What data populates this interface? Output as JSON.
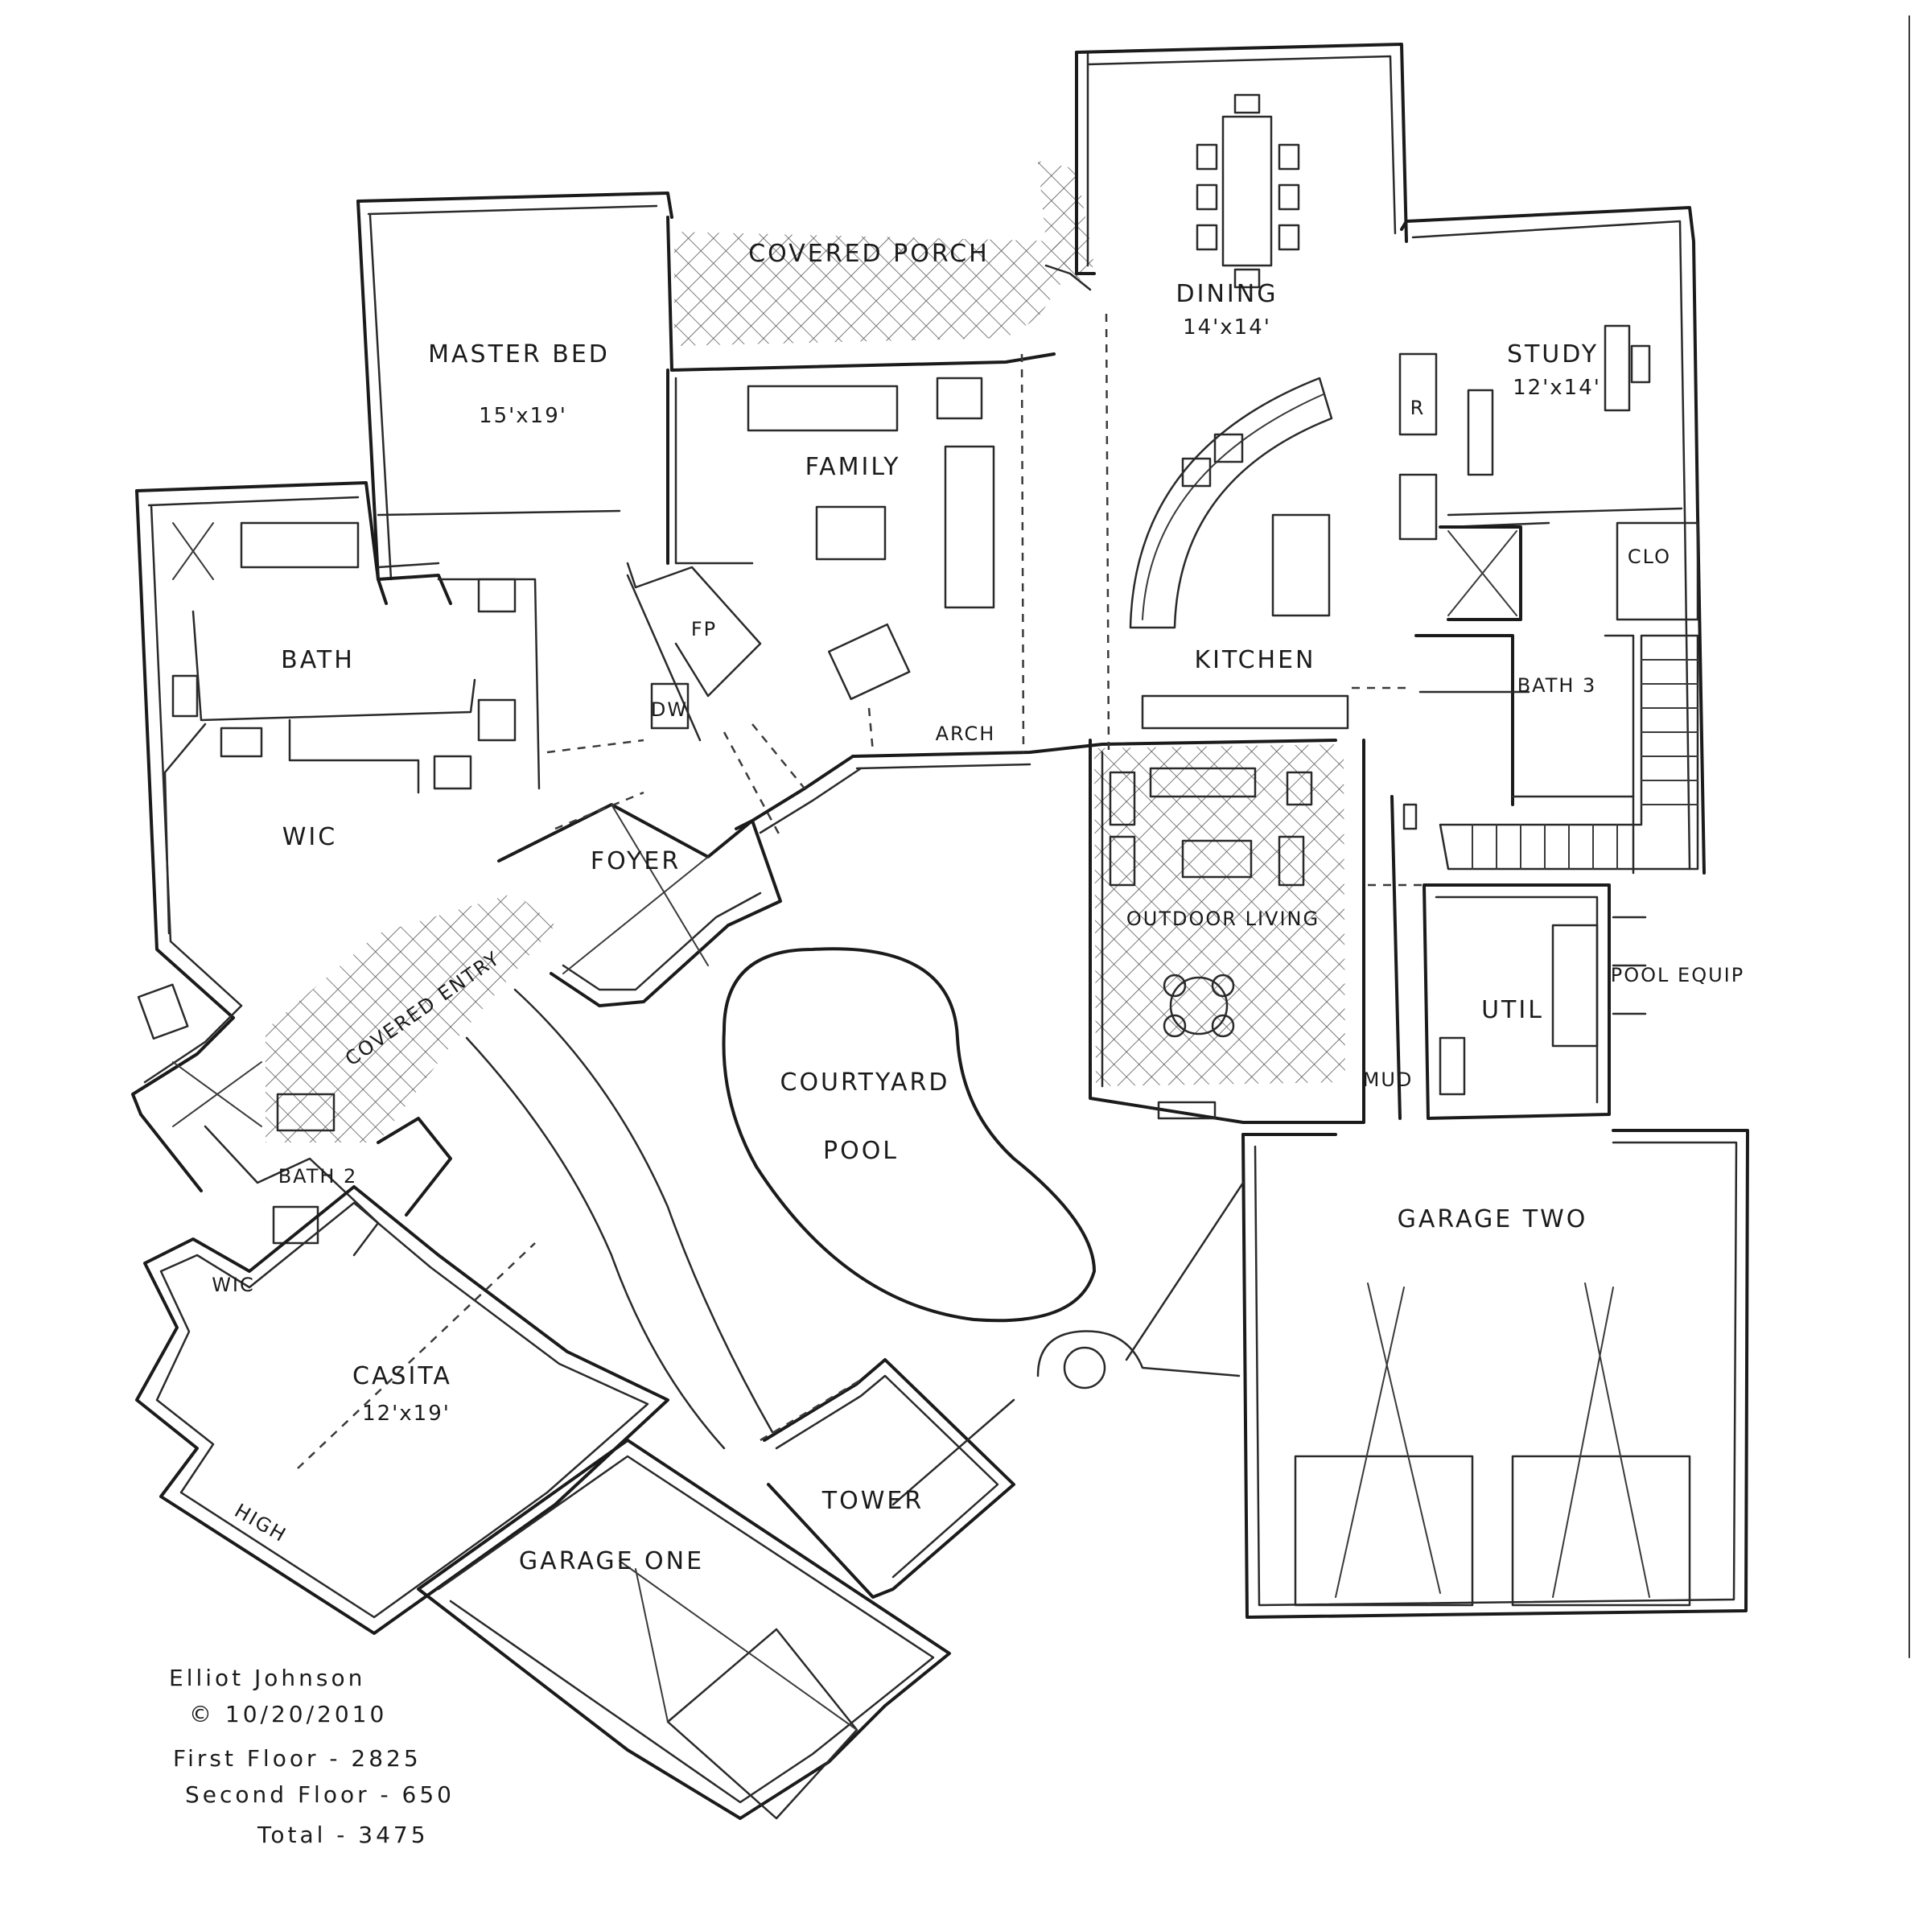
{
  "rooms": {
    "covered_porch": "COVERED PORCH",
    "master_bed": "MASTER BED",
    "master_bed_size": "15'x19'",
    "family": "FAMILY",
    "dining": "DINING",
    "dining_size": "14'x14'",
    "study": "STUDY",
    "study_size": "12'x14'",
    "bath": "BATH",
    "kitchen": "KITCHEN",
    "fp": "FP",
    "dw": "DW",
    "arch": "ARCH",
    "wic": "WIC",
    "foyer": "FOYER",
    "outdoor_living": "OUTDOOR LIVING",
    "bath_3": "BATH 3",
    "clo": "CLO",
    "r": "R",
    "util": "UTIL",
    "pool_equip": "POOL EQUIP",
    "mud": "MUD",
    "courtyard": "COURTYARD",
    "pool": "POOL",
    "garage_two": "GARAGE TWO",
    "covered_entry": "COVERED ENTRY",
    "bath_2": "BATH 2",
    "wic_2": "WIC",
    "casita": "CASITA",
    "casita_size": "12'x19'",
    "high": "HIGH",
    "tower": "TOWER",
    "garage_one": "GARAGE ONE"
  },
  "notes": {
    "author": "Elliot Johnson",
    "copyright": "© 10/20/2010",
    "first_floor": "First Floor - 2825",
    "second_floor": "Second Floor - 650",
    "total": "Total - 3475"
  }
}
